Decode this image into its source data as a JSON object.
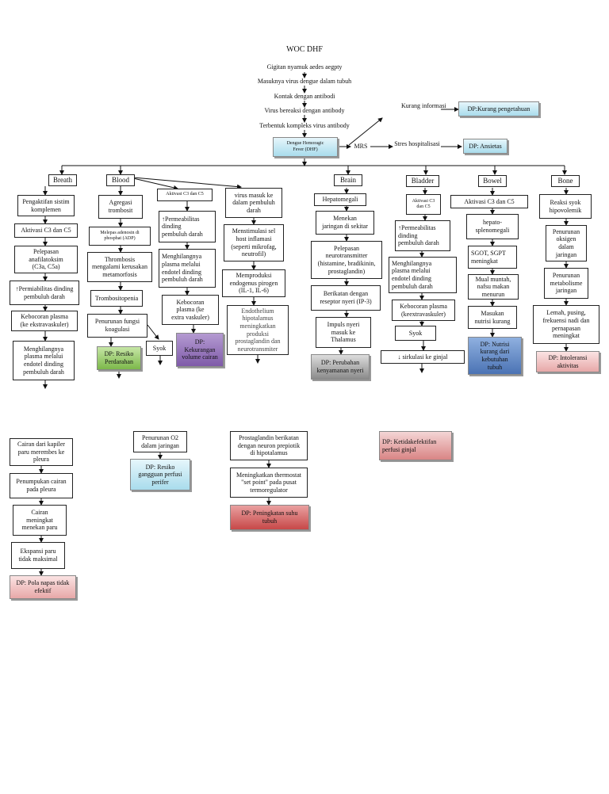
{
  "title": "WOC DHF",
  "chain": [
    "Gigitan nyamuk aedes aegpty",
    "Masuknya virus dengue dalam tubuh",
    "Kontak dengan antibodi",
    "Virus bereaksi dengan antibody",
    "Terbentuk kompleks virus antibody"
  ],
  "dhf_box": "Dengue Hemoragic\nFever  (DHF)",
  "mrs": "MRS",
  "kurang_informasi": "Kurang\ninformasi",
  "stres": "Stres\nhospitalisasi",
  "dp_kurang_pengetahuan": "DP:Kurang pengetahuan",
  "dp_ansietas": "DP:  Ansietas",
  "categories": {
    "breath": "Breath",
    "blood": "Blood",
    "brain": "Brain",
    "bladder": "Bladder",
    "bowel": "Bowel",
    "bone": "Bone"
  },
  "breath": [
    "Pengaktifan sistim\nkomplemen",
    "Aktivasi C3 dan C5",
    "Pelepasan\nanafilatoksim\n(C3a, C5a)",
    "↑Permiabilitas dinding\npembuluh darah",
    "Kebocoran plasma\n(ke ekstravaskuler)",
    "Menghilangnya\nplasma melalui\nendotel dinding\npembuluh darah"
  ],
  "blood_a": [
    "Agregasi\ntrombosit",
    "Melepas adenosin di\nphosphat (ADP)",
    "Thrombosis\nmengalami kerusakan\nmetamorfosis",
    "Trombositopenia",
    "Penurunan fungsi\nkoagulasi"
  ],
  "dp_resiko_perdarahan": "DP: Resiko\nPerdarahan",
  "syok_blood": "Syok",
  "blood_b": [
    "Aktivasi C3 dan C5",
    "↑Permeabilitas\ndinding\npembuluh darah",
    "Menghilangnya\nplasma melalui\nendotel dinding\npembuluh darah",
    "Kebocoran\nplasma (ke\nextra vaskuler)"
  ],
  "dp_kekurangan_volume": "DP:\nKekurangan\nvolume cairan",
  "blood_c": [
    "virus masuk ke\ndalam pembuluh\ndarah",
    "Menstimulasi sel\nhost inflamasi\n(seperti mikrofag,\nneutrofil)",
    "Memproduksi\nendogenus pirogen\n(IL-1, IL-6)",
    "Endothelium\nhipotalamus\nmeningkatkan produksi\nprostaglandin dan\nneurotransmiter"
  ],
  "brain": [
    "Hepatomegali",
    "Menekan\njaringan di sekitar",
    "Pelepasan\nneurotransmitter\n(histamine, bradikinin,\nprostaglandin)",
    "Berikatan dengan\nreseptor nyeri (IP-3)",
    "Impuls nyeri\nmasuk ke\nThalamus"
  ],
  "dp_perubahan_kenyamanan": "DP: Perubahan\nkenyamanan nyeri",
  "bladder": [
    "Aktivasi C3\ndan C5",
    "↑Permeabilitas\ndinding\npembuluh darah",
    "Menghilangnya\nplasma melalui\nendotel dinding\npembuluh darah",
    "Kebocoran plasma\n(keextravaskuler)",
    "Syok"
  ],
  "sirkulasi": "↓ sirkulasi ke ginjal",
  "bowel": [
    "Aktivasi C3 dan C5",
    "hepato-\nsplenomegali",
    "SGOT, SGPT\nmeningkat",
    "Mual muntah,\nnafsu makan\nmenurun",
    "Masukan\nnutrisi kurang"
  ],
  "dp_nutrisi": "DP: Nutrisi\nkurang dari\nkebutuhan\ntubuh",
  "bone": [
    "Reaksi syok\nhipovolemik",
    "Penurunan\noksigen\ndalam\njaringan",
    "Penurunan\nmetabolisme\njaringan",
    "Lemah, pusing,\nfrekuensi nadi dan\npernapasan\nmeningkat"
  ],
  "dp_intoleransi": "DP: Intoleransi\naktivitas",
  "lower_breath": [
    "Cairan dari kapiler\nparu merembes ke\npleura",
    "Penumpukan cairan\npada pleura",
    "Cairan\nmeningkat\nmenekan paru",
    "Ekspansi paru\ntidak maksimal"
  ],
  "dp_pola_napas": "DP: Pola napas tidak\nefektif",
  "penurunan_o2": "Penurunan O2\ndalam jaringan",
  "dp_resiko_perfusi": "DP: Resiko\ngangguan perfusi\nperifer",
  "prostaglandin": "Prostaglandin berikatan\ndengan neuron prepiotik\ndi hipotalamus",
  "thermostat": "Meningkatkan thermostat\n\"set point\" pada pusat\ntermoregulator",
  "dp_peningkatan_suhu": "DP: Peningkatan suhu\ntubuh",
  "dp_ketidakefektifan": "DP: Ketidakefektifan\nperfusi ginjal"
}
